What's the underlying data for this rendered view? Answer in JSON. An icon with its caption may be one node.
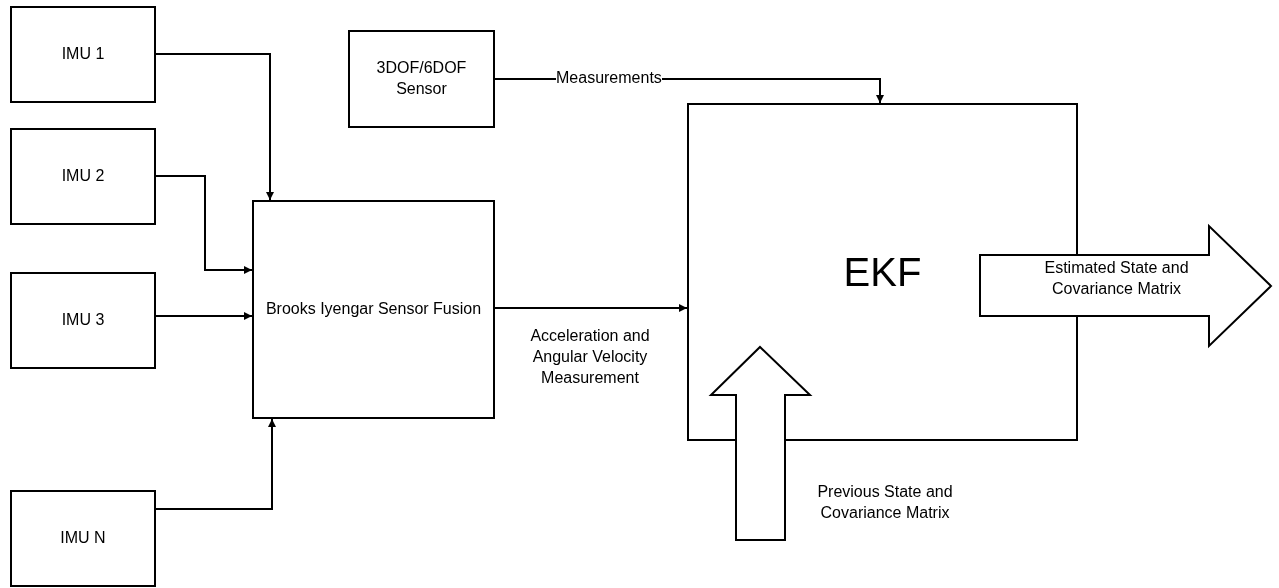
{
  "diagram": {
    "nodes": [
      {
        "text": [
          "IMU 1"
        ]
      },
      {
        "text": [
          "IMU 2"
        ]
      },
      {
        "text": [
          "IMU 3"
        ]
      },
      {
        "text": [
          "IMU N"
        ]
      },
      {
        "text": [
          "3DOF/6DOF Sensor"
        ]
      },
      {
        "text": [
          "Brooks Iyengar Sensor Fusion"
        ]
      },
      {
        "text": [
          "EKF"
        ]
      },
      {
        "text": [
          "Estimated State and Covariance Matrix"
        ]
      },
      {
        "text": [],
        "shape": "arrow",
        "beside": [
          "Previous State and Covariance Matrix"
        ]
      }
    ],
    "edges": [
      {
        "from": 0,
        "to": 5,
        "arrow": "to"
      },
      {
        "from": 1,
        "to": 5,
        "arrow": "to"
      },
      {
        "from": 2,
        "to": 5,
        "arrow": "to"
      },
      {
        "from": 3,
        "to": 5,
        "arrow": "to"
      },
      {
        "from": 5,
        "to": 6,
        "arrow": "to",
        "label": "Acceleration and Angular Velocity Measurement"
      },
      {
        "from": 4,
        "to": 6,
        "arrow": "to",
        "label": "Measurements"
      }
    ]
  }
}
